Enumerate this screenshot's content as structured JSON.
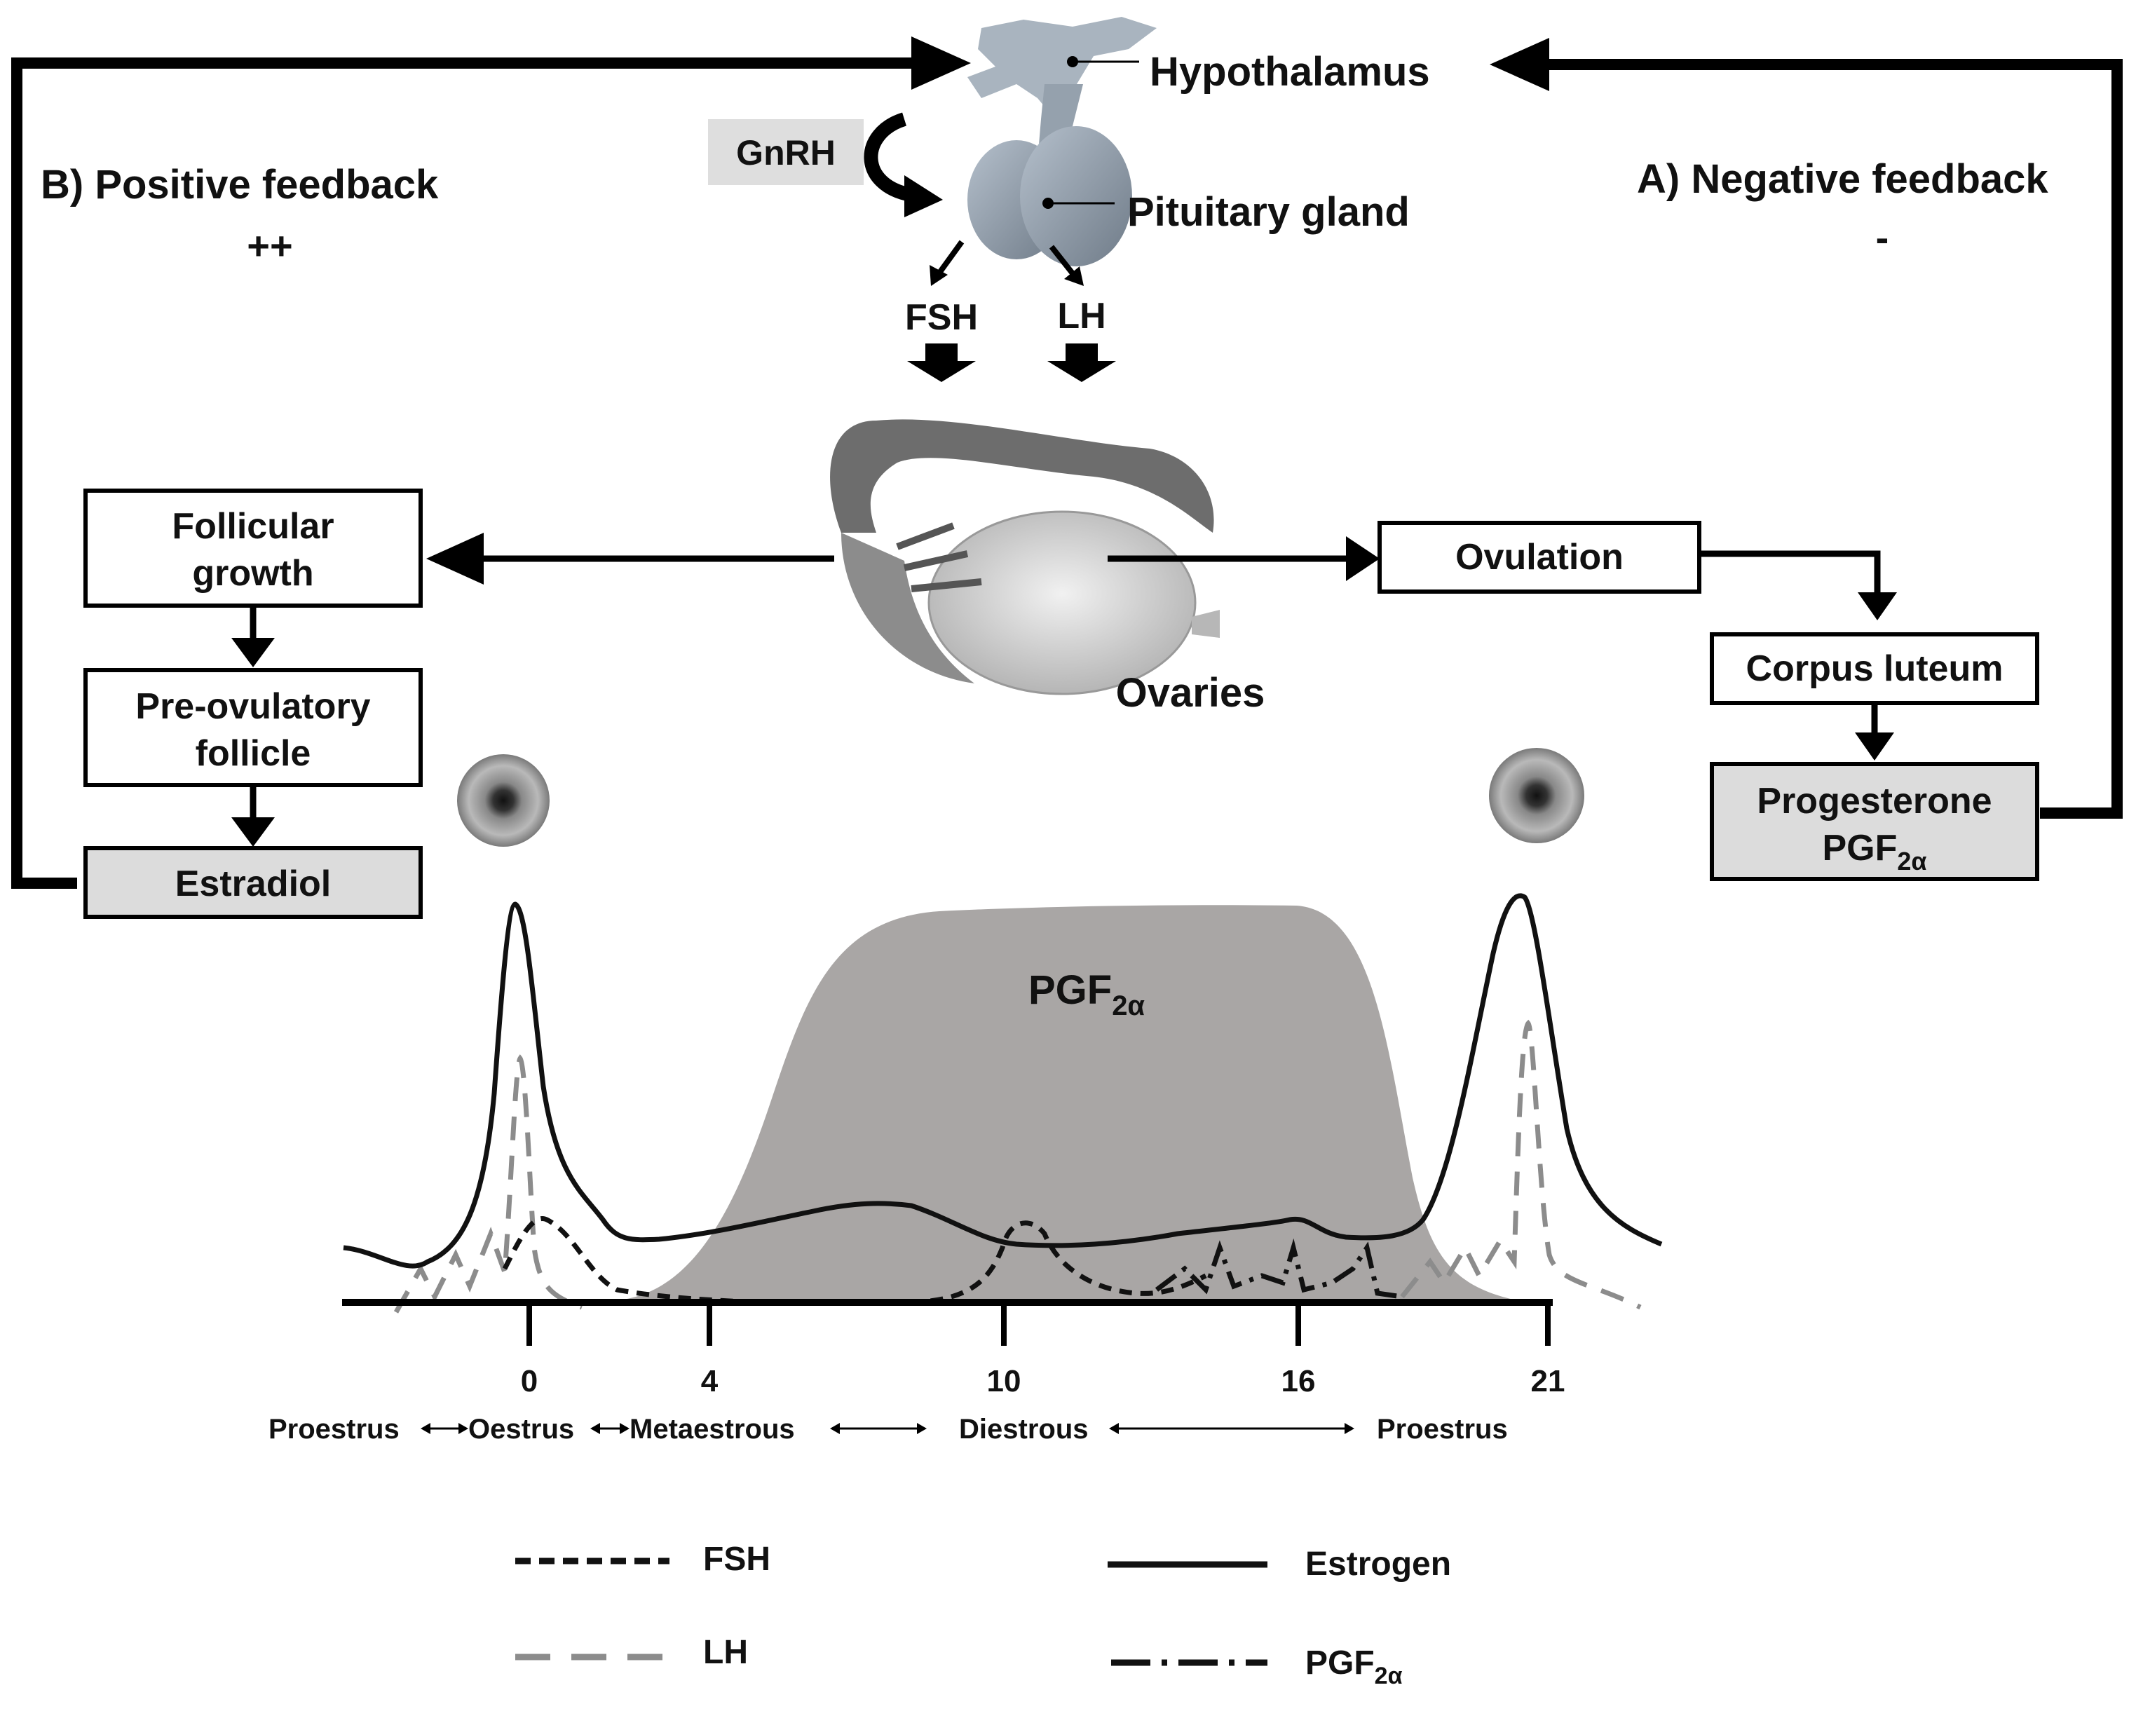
{
  "hormones": {
    "hypothalamus": "Hypothalamus",
    "pituitary": "Pituitary gland",
    "gnrh": "GnRH",
    "fsh": "FSH",
    "lh": "LH",
    "ovaries": "Ovaries"
  },
  "feedback": {
    "positive_title": "B) Positive feedback",
    "positive_sign": "++",
    "negative_title": "A) Negative feedback",
    "negative_sign": "-"
  },
  "left_chain": {
    "follicular_growth": [
      "Follicular",
      "growth"
    ],
    "preovulatory": [
      "Pre-ovulatory",
      "follicle"
    ],
    "estradiol": "Estradiol"
  },
  "right_chain": {
    "ovulation": "Ovulation",
    "corpus_luteum": "Corpus luteum",
    "progesterone": "Progesterone",
    "pgf_base": "PGF",
    "pgf_sub": "2α"
  },
  "chart_data": {
    "type": "line",
    "x_ticks": [
      "0",
      "4",
      "10",
      "16",
      "21"
    ],
    "phases": [
      "Proestrus",
      "Oestrus",
      "Metaestrous",
      "Diestrous",
      "Proestrus"
    ],
    "area_label_base": "PGF",
    "area_label_sub": "2α",
    "grid": false,
    "series": [
      {
        "name": "FSH",
        "style": "dashed",
        "color": "#111111"
      },
      {
        "name": "LH",
        "style": "long-dash",
        "color": "#8c8c8c"
      },
      {
        "name": "Estrogen",
        "style": "solid",
        "color": "#111111"
      },
      {
        "name_base": "PGF",
        "name_sub": "2α",
        "style": "dash-dot",
        "color": "#111111"
      }
    ],
    "area_color": "#a9a6a5"
  },
  "legend": {
    "fsh": "FSH",
    "lh": "LH",
    "estrogen": "Estrogen",
    "pgf_base": "PGF",
    "pgf_sub": "2α"
  }
}
